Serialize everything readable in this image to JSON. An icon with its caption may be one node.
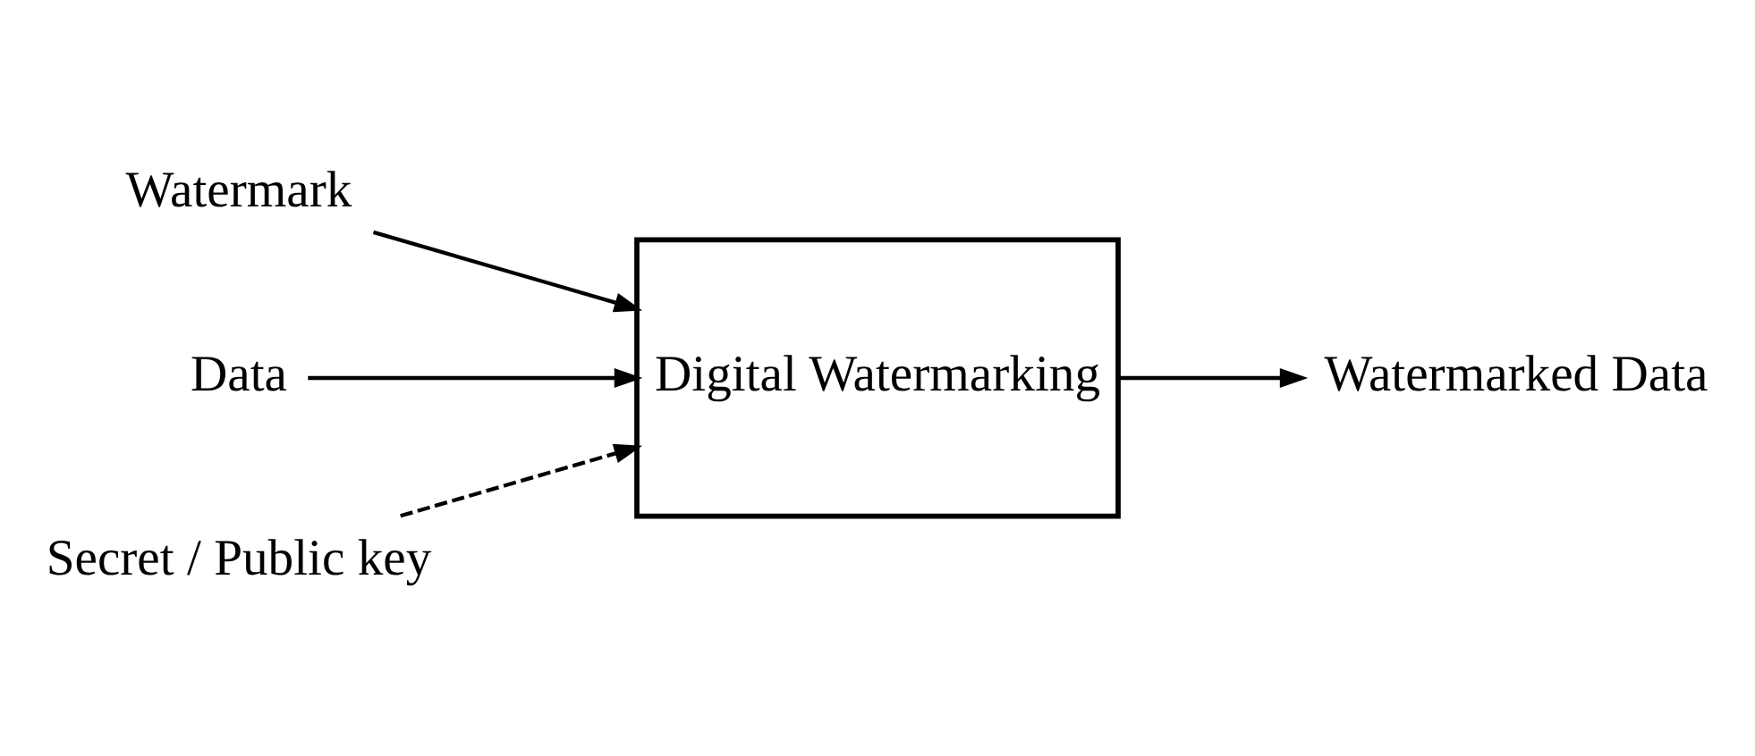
{
  "diagram": {
    "nodes": [
      {
        "text": [
          "Watermark"
        ]
      },
      {
        "text": [
          "Data"
        ]
      },
      {
        "text": [
          "Digital Watermarking"
        ]
      },
      {
        "text": [
          "Watermarked Data"
        ]
      },
      {
        "text": [
          "Secret / Public key"
        ]
      }
    ],
    "edges": [
      {
        "from": 0,
        "to": 2,
        "arrow": "to"
      },
      {
        "from": 1,
        "to": 2,
        "arrow": "to"
      },
      {
        "from": 2,
        "to": 3,
        "arrow": "to"
      },
      {
        "from": 4,
        "to": 2,
        "arrow": "to",
        "style": "dashed"
      }
    ]
  }
}
